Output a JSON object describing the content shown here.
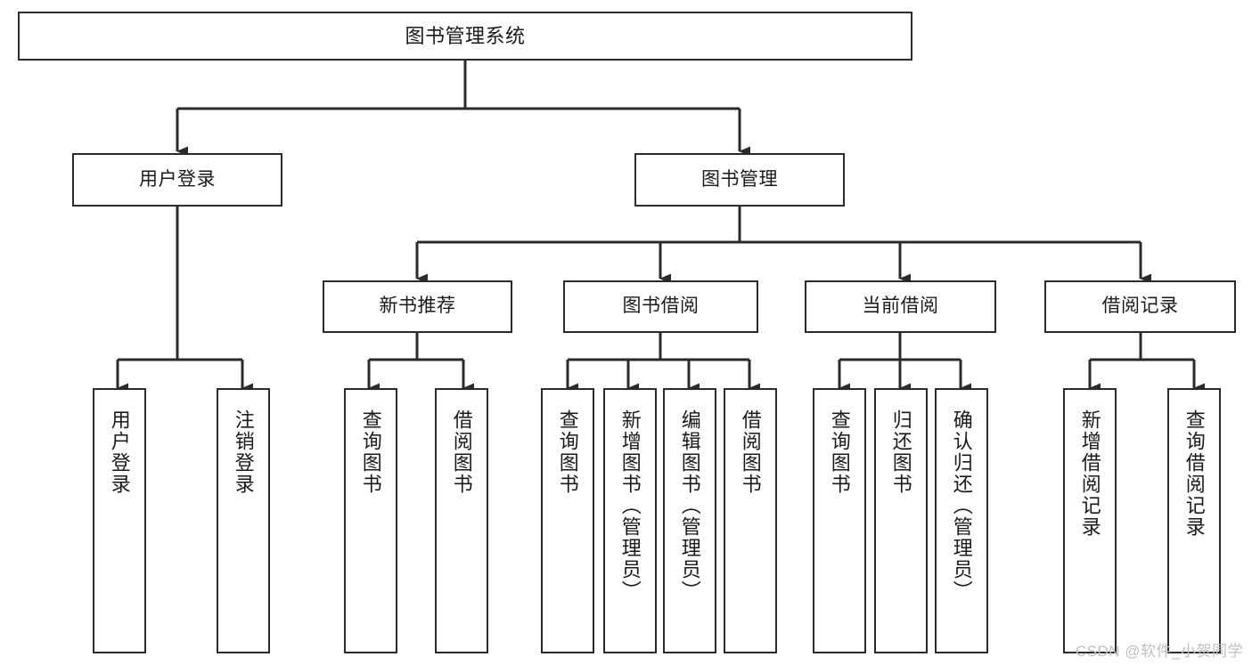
{
  "diagram": {
    "title": "图书管理系统",
    "type": "tree-hierarchy-chart",
    "watermark": "CSDN @软件_小贺同学",
    "line_color": "#2b2b2b",
    "box_fill": "#ffffff",
    "text_color": "#1a1a1a",
    "levels": {
      "root": {
        "label": "图书管理系统"
      },
      "level2": [
        {
          "label": "用户登录"
        },
        {
          "label": "图书管理"
        }
      ],
      "level3": [
        {
          "label": "新书推荐"
        },
        {
          "label": "图书借阅"
        },
        {
          "label": "当前借阅"
        },
        {
          "label": "借阅记录"
        }
      ],
      "leaves": {
        "user_login": [
          {
            "label": "用户登录"
          },
          {
            "label": "注销登录"
          }
        ],
        "new_book_recommend": [
          {
            "label": "查询图书"
          },
          {
            "label": "借阅图书"
          }
        ],
        "book_borrow": [
          {
            "label": "查询图书"
          },
          {
            "label": "新增图书（管理员）"
          },
          {
            "label": "编辑图书（管理员）"
          },
          {
            "label": "借阅图书"
          }
        ],
        "current_borrow": [
          {
            "label": "查询图书"
          },
          {
            "label": "归还图书"
          },
          {
            "label": "确认归还（管理员）"
          }
        ],
        "borrow_record": [
          {
            "label": "新增借阅记录"
          },
          {
            "label": "查询借阅记录"
          }
        ]
      }
    }
  }
}
